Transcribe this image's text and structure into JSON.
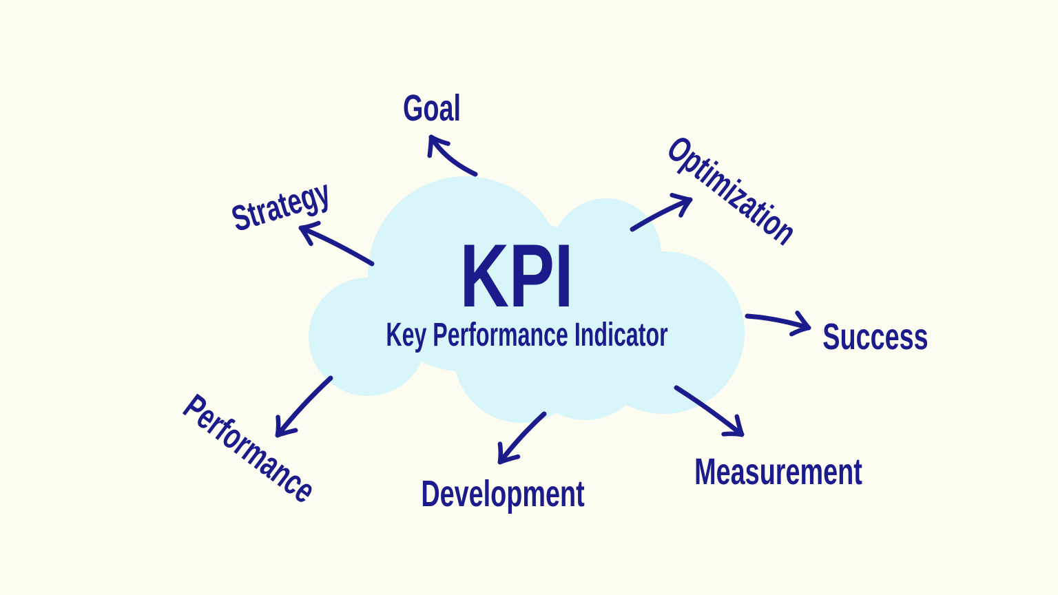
{
  "colors": {
    "background": "#FCFCF1",
    "accent_navy": "#1B1B8C",
    "cloud_fill": "#D8F5FA"
  },
  "center": {
    "acronym": "KPI",
    "subtitle": "Key Performance Indicator"
  },
  "nodes": [
    {
      "id": "goal",
      "label": "Goal"
    },
    {
      "id": "strategy",
      "label": "Strategy"
    },
    {
      "id": "optimization",
      "label": "Optimization"
    },
    {
      "id": "success",
      "label": "Success"
    },
    {
      "id": "measurement",
      "label": "Measurement"
    },
    {
      "id": "development",
      "label": "Development"
    },
    {
      "id": "performance",
      "label": "Performance"
    }
  ]
}
